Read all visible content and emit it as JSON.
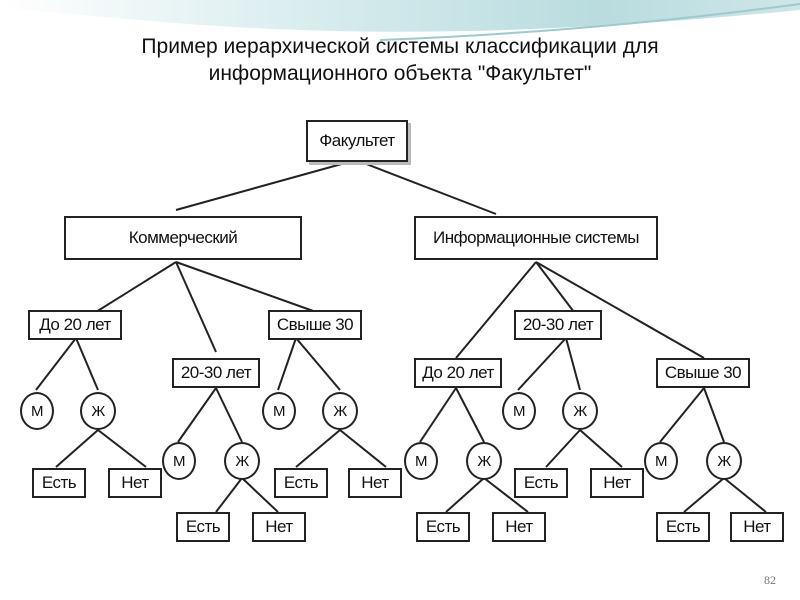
{
  "title": {
    "line1": "Пример иерархической системы классификации для",
    "line2": "информационного объекта \"Факультет\""
  },
  "diagram": {
    "root": "Факультет",
    "commercial": "Коммерческий",
    "infosys": "Информационные системы",
    "c_under20": "До 20 лет",
    "c_over30": "Свыше 30",
    "c_20to30": "20-30 лет",
    "c_u20_m": "М",
    "c_u20_f": "Ж",
    "c_u20_f_yes": "Есть",
    "c_u20_f_no": "Нет",
    "c_o30_m": "М",
    "c_o30_f": "Ж",
    "c_o30_f_yes": "Есть",
    "c_o30_f_no": "Нет",
    "c_2030_m": "М",
    "c_2030_f": "Ж",
    "c_2030_f_yes": "Есть",
    "c_2030_f_no": "Нет",
    "i_under20": "До 20 лет",
    "i_20to30": "20-30 лет",
    "i_over30": "Свыше 30",
    "i_u20_m": "М",
    "i_u20_f": "Ж",
    "i_u20_f_yes": "Есть",
    "i_u20_f_no": "Нет",
    "i_2030_m": "М",
    "i_2030_f": "Ж",
    "i_2030_f_yes": "Есть",
    "i_2030_f_no": "Нет",
    "i_o30_m": "М",
    "i_o30_f": "Ж",
    "i_o30_f_yes": "Есть",
    "i_o30_f_no": "Нет"
  },
  "page_number": "82"
}
